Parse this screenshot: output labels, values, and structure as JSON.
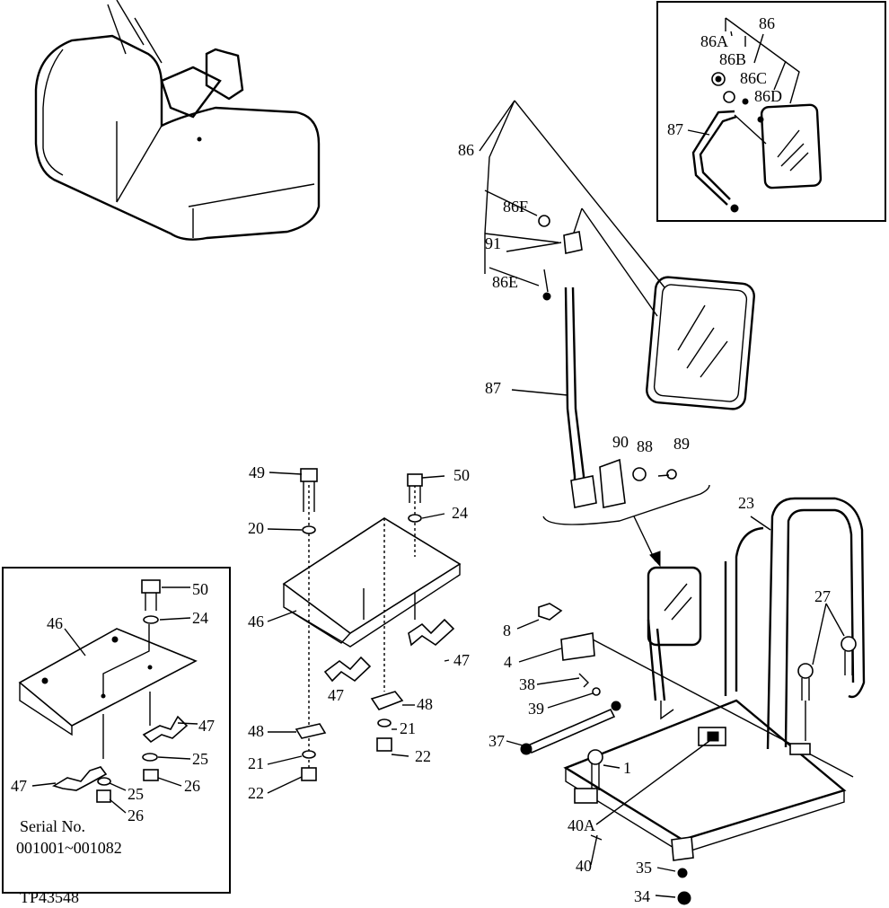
{
  "diagram_id": "TP43548",
  "inset_left": {
    "serial_label": "Serial No.",
    "serial_range": "001001~001082",
    "callouts": [
      "50",
      "24",
      "46",
      "47",
      "25",
      "26",
      "47",
      "25",
      "26"
    ]
  },
  "inset_right": {
    "callouts": [
      "86A",
      "86",
      "86B",
      "86C",
      "86D",
      "87"
    ]
  },
  "mirror_assembly": {
    "callouts": [
      "86",
      "86F",
      "91",
      "86E",
      "87",
      "90",
      "88",
      "89"
    ]
  },
  "floor_assembly": {
    "callouts": [
      "23",
      "27",
      "8",
      "4",
      "38",
      "39",
      "37",
      "1",
      "40A",
      "40",
      "35",
      "34"
    ]
  },
  "plate_assembly": {
    "callouts": [
      "49",
      "50",
      "20",
      "24",
      "46",
      "47",
      "47",
      "48",
      "48",
      "21",
      "21",
      "22",
      "22"
    ]
  }
}
